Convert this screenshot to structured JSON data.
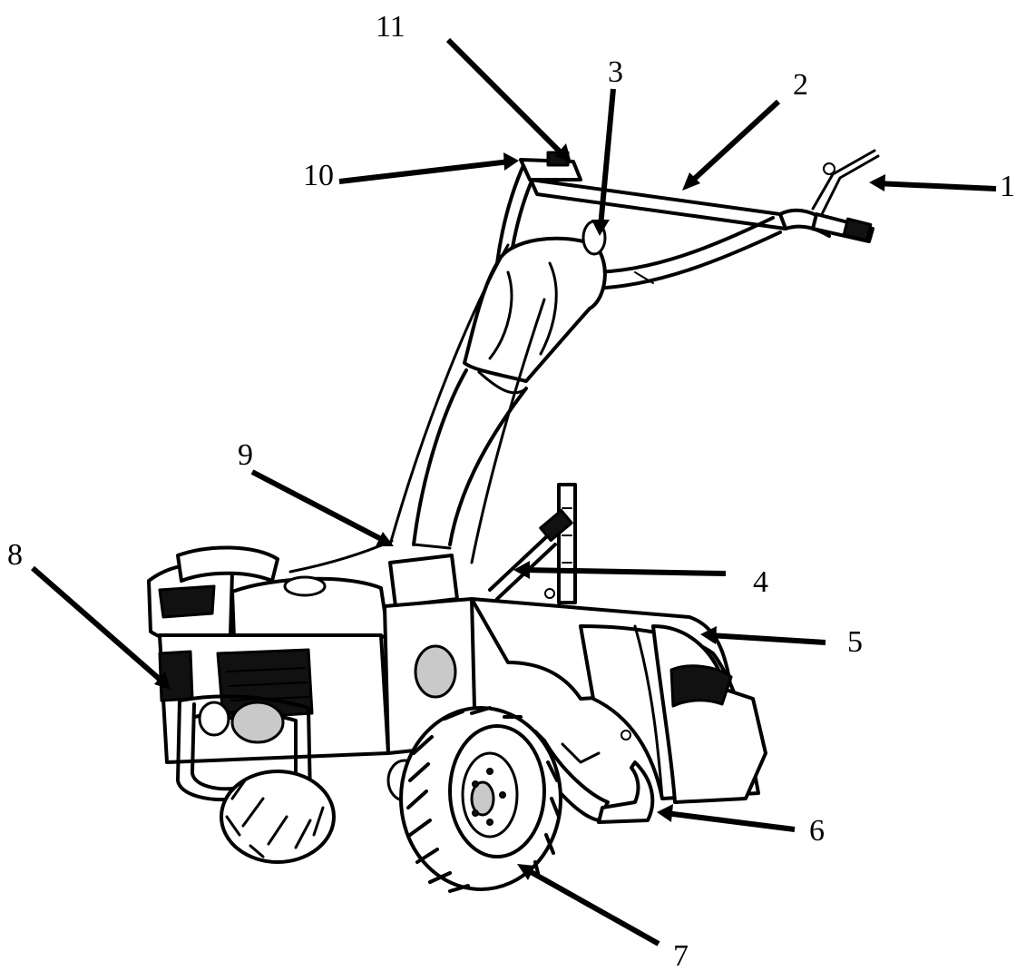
{
  "callouts": [
    {
      "id": "1",
      "text": "1"
    },
    {
      "id": "2",
      "text": "2"
    },
    {
      "id": "3",
      "text": "3"
    },
    {
      "id": "4",
      "text": "4"
    },
    {
      "id": "5",
      "text": "5"
    },
    {
      "id": "6",
      "text": "6"
    },
    {
      "id": "7",
      "text": "7"
    },
    {
      "id": "8",
      "text": "8"
    },
    {
      "id": "9",
      "text": "9"
    },
    {
      "id": "10",
      "text": "10"
    },
    {
      "id": "11",
      "text": "11"
    }
  ],
  "colors": {
    "ink": "#000000",
    "background": "#ffffff"
  }
}
